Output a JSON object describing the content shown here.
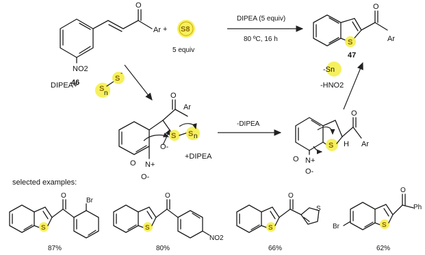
{
  "scheme": {
    "reactant_label": "46",
    "product_label": "47",
    "reagent_s8": "S8",
    "s8_equiv": "5 equiv",
    "plus": "+",
    "conditions_top": "DIPEA (5 equiv)",
    "conditions_bottom": "80 ºC, 16 h",
    "byproduct": "-HNO2",
    "sn_label": "-Sn",
    "minus_dipea": "-DIPEA",
    "dipea_polysulfide": "DIPEA+",
    "dipea_plus": "+DIPEA",
    "ar": "Ar",
    "no2": "NO2",
    "h": "H",
    "o": "O",
    "n_plus": "N+",
    "o_minus": "O-",
    "br": "Br",
    "ph": "Ph"
  },
  "examples": {
    "heading": "selected examples:",
    "items": [
      {
        "yield": "87%"
      },
      {
        "yield": "80%"
      },
      {
        "yield": "66%"
      },
      {
        "yield": "62%"
      }
    ]
  },
  "colors": {
    "highlight": "#f5ef55",
    "sulfur": "#8a6a00"
  }
}
